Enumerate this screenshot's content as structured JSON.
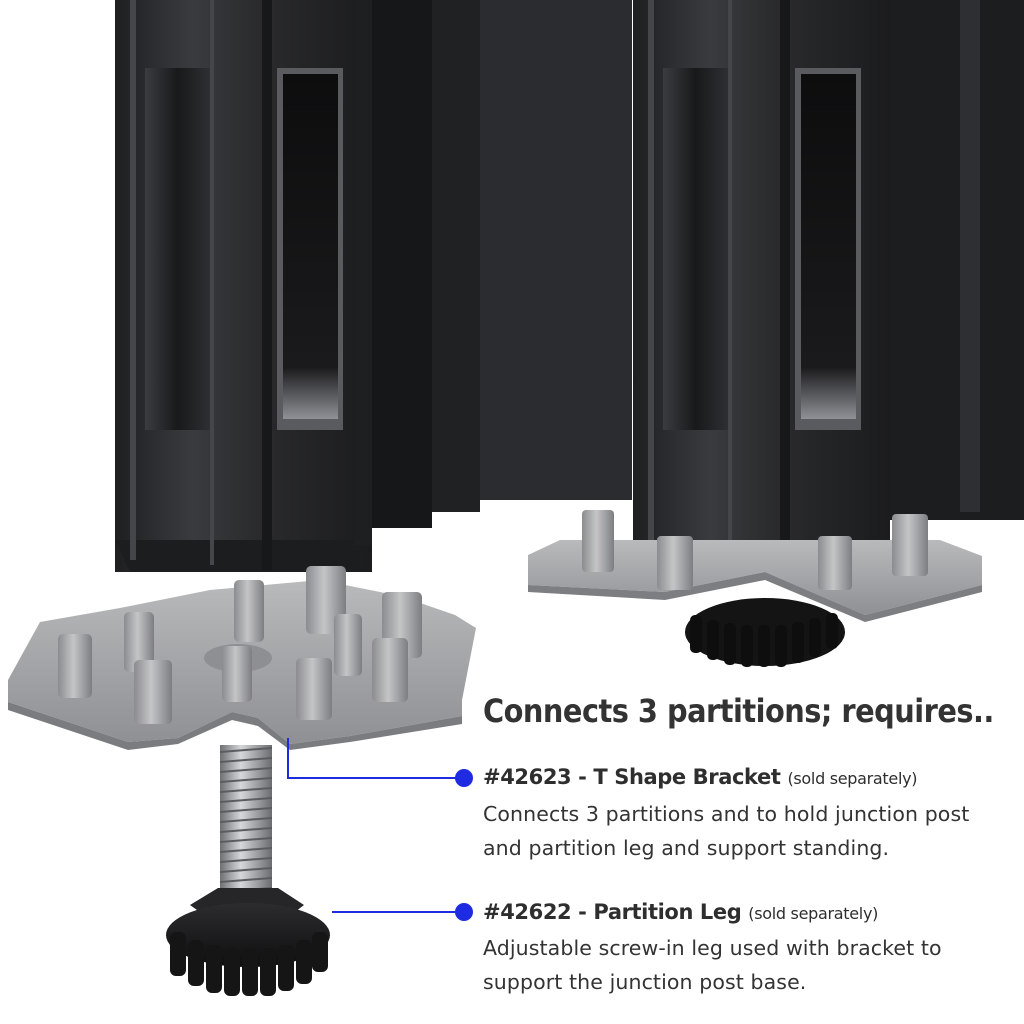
{
  "headline": "Connects 3 partitions; requires..",
  "items": [
    {
      "title": "#42623 - T Shape Bracket",
      "note": "(sold separately)",
      "desc_line1": "Connects 3 partitions and to hold junction post",
      "desc_line2": "and partition leg and support standing."
    },
    {
      "title": "#42622 - Partition Leg",
      "note": "(sold separately)",
      "desc_line1": "Adjustable screw-in leg used with bracket to",
      "desc_line2": "support the junction post base."
    }
  ],
  "colors": {
    "callout": "#1f2be0",
    "post": "#26272a",
    "bracket": "#a7a8aa",
    "leg": "#1c1c1d"
  }
}
